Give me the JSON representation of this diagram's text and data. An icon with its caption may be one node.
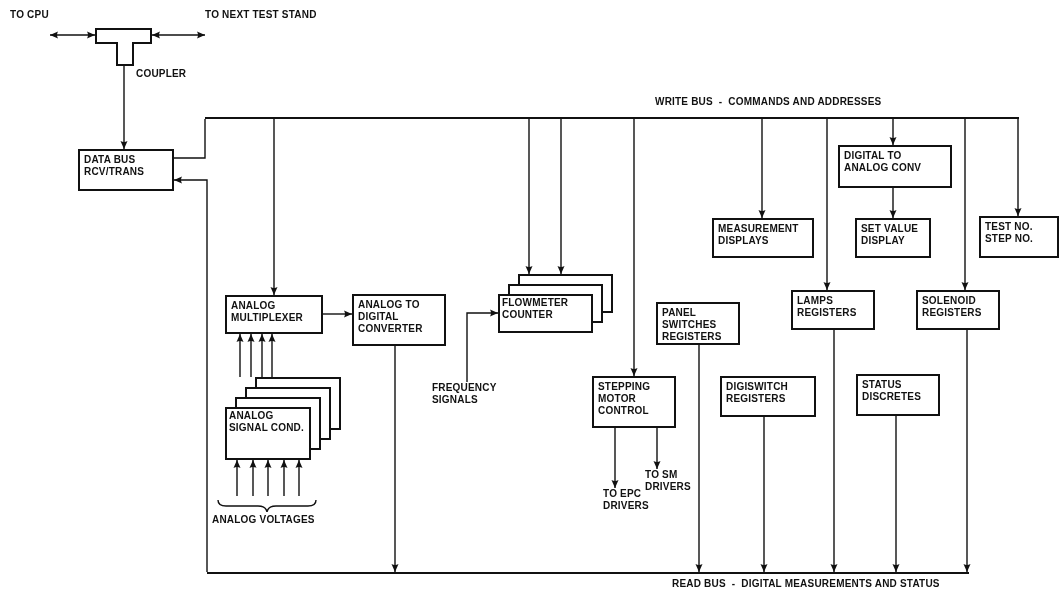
{
  "diagram": {
    "nodes": [
      {
        "text": [],
        "shape": "box",
        "beside": [
          "COUPLER"
        ]
      },
      {
        "text": [
          "DATA BUS RCV/TRANS"
        ]
      },
      {
        "text": [],
        "shape": "bar",
        "beside": [
          "WRITE BUS  -  COMMANDS AND ADDRESSES"
        ]
      },
      {
        "text": [
          "ANALOG MULTIPLEXER"
        ]
      },
      {
        "text": [
          "ANALOG TO DIGITAL CONVERTER"
        ]
      },
      {
        "text": [
          "FLOWMETER COUNTER"
        ]
      },
      {
        "text": [
          "FREQUENCY SIGNALS"
        ]
      },
      {
        "text": [
          "STEPPING MOTOR CONTROL"
        ]
      },
      {
        "text": [
          "TO EPC DRIVERS"
        ]
      },
      {
        "text": [
          "TO SM DRIVERS"
        ]
      },
      {
        "text": [
          "PANEL SWITCHES REGISTERS"
        ]
      },
      {
        "text": [
          "MEASUREMENT DISPLAYS"
        ]
      },
      {
        "text": [
          "DIGISWITCH REGISTERS"
        ]
      },
      {
        "text": [
          "DIGITAL TO ANALOG CONV"
        ]
      },
      {
        "text": [
          "SET VALUE DISPLAY"
        ]
      },
      {
        "text": [
          "LAMPS REGISTERS"
        ]
      },
      {
        "text": [
          "STATUS DISCRETES"
        ]
      },
      {
        "text": [
          "SOLENOID REGISTERS"
        ]
      },
      {
        "text": [
          "TEST NO. STEP NO."
        ]
      },
      {
        "text": [
          "ANALOG SIGNAL COND."
        ]
      },
      {
        "text": [],
        "shape": "bar",
        "beside": [
          "READ BUS  -  DIGITAL MEASUREMENTS AND STATUS"
        ]
      },
      {
        "text": [
          "TO CPU"
        ]
      },
      {
        "text": [
          "TO NEXT TEST STAND"
        ]
      }
    ],
    "edges": [
      {
        "from": 21,
        "to": 0,
        "arrow": "both"
      },
      {
        "from": 0,
        "to": 22,
        "arrow": "both"
      },
      {
        "from": 0,
        "to": 1,
        "arrow": "to"
      },
      {
        "from": 1,
        "to": 2,
        "arrow": "none"
      },
      {
        "from": 20,
        "to": 1,
        "arrow": "to"
      },
      {
        "from": 2,
        "to": 3,
        "arrow": "to"
      },
      {
        "from": 3,
        "to": 4,
        "arrow": "to"
      },
      {
        "from": 4,
        "to": 20,
        "arrow": "to"
      },
      {
        "from": 2,
        "to": 5,
        "arrow": "to"
      },
      {
        "from": 2,
        "to": 5,
        "arrow": "to"
      },
      {
        "from": 6,
        "to": 5,
        "arrow": "to"
      },
      {
        "from": 2,
        "to": 7,
        "arrow": "to"
      },
      {
        "from": 7,
        "to": 8,
        "arrow": "to"
      },
      {
        "from": 7,
        "to": 9,
        "arrow": "to"
      },
      {
        "from": 2,
        "to": 11,
        "arrow": "to"
      },
      {
        "from": 2,
        "to": 15,
        "arrow": "to"
      },
      {
        "from": 2,
        "to": 13,
        "arrow": "to"
      },
      {
        "from": 13,
        "to": 14,
        "arrow": "to"
      },
      {
        "from": 2,
        "to": 17,
        "arrow": "to"
      },
      {
        "from": 2,
        "to": 18,
        "arrow": "to"
      },
      {
        "from": 10,
        "to": 20,
        "arrow": "to"
      },
      {
        "from": 12,
        "to": 20,
        "arrow": "to"
      },
      {
        "from": 15,
        "to": 20,
        "arrow": "to"
      },
      {
        "from": 16,
        "to": 20,
        "arrow": "to"
      },
      {
        "from": 17,
        "to": 20,
        "arrow": "to"
      },
      {
        "from": 19,
        "to": 3,
        "arrow": "to"
      },
      {
        "from": 19,
        "to": 3,
        "arrow": "to"
      },
      {
        "from": 19,
        "to": 3,
        "arrow": "to"
      },
      {
        "from": 19,
        "to": 3,
        "arrow": "to"
      },
      {
        "from": null,
        "to": 19,
        "arrow": "to"
      },
      {
        "from": null,
        "to": 19,
        "arrow": "to"
      },
      {
        "from": null,
        "to": 19,
        "arrow": "to"
      },
      {
        "from": null,
        "to": 19,
        "arrow": "to"
      },
      {
        "from": null,
        "to": 19,
        "arrow": "to"
      }
    ],
    "labels": [
      "ANALOG VOLTAGES"
    ]
  }
}
